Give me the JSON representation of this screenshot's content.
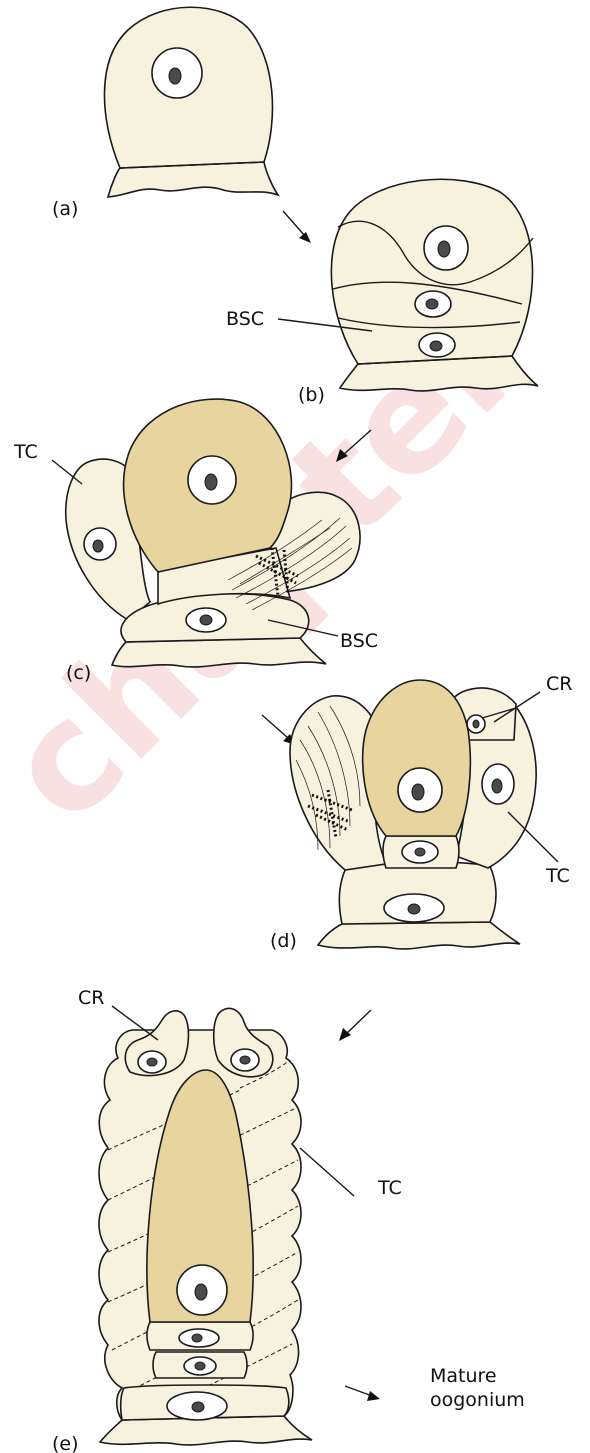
{
  "watermark": "chapter",
  "labels": {
    "a": "(a)",
    "b": "(b)",
    "c": "(c)",
    "d": "(d)",
    "e": "(e)",
    "bsc_b": "BSC",
    "bsc_c": "BSC",
    "tc_c": "TC",
    "tc_d": "TC",
    "tc_e": "TC",
    "cr_d": "CR",
    "cr_e": "CR",
    "mature_line1": "Mature",
    "mature_line2": "oogonium"
  },
  "colors": {
    "cell_fill": "#f7f2de",
    "oogonium_fill": "#e8d49e",
    "watermark": "#f6c9c9"
  }
}
